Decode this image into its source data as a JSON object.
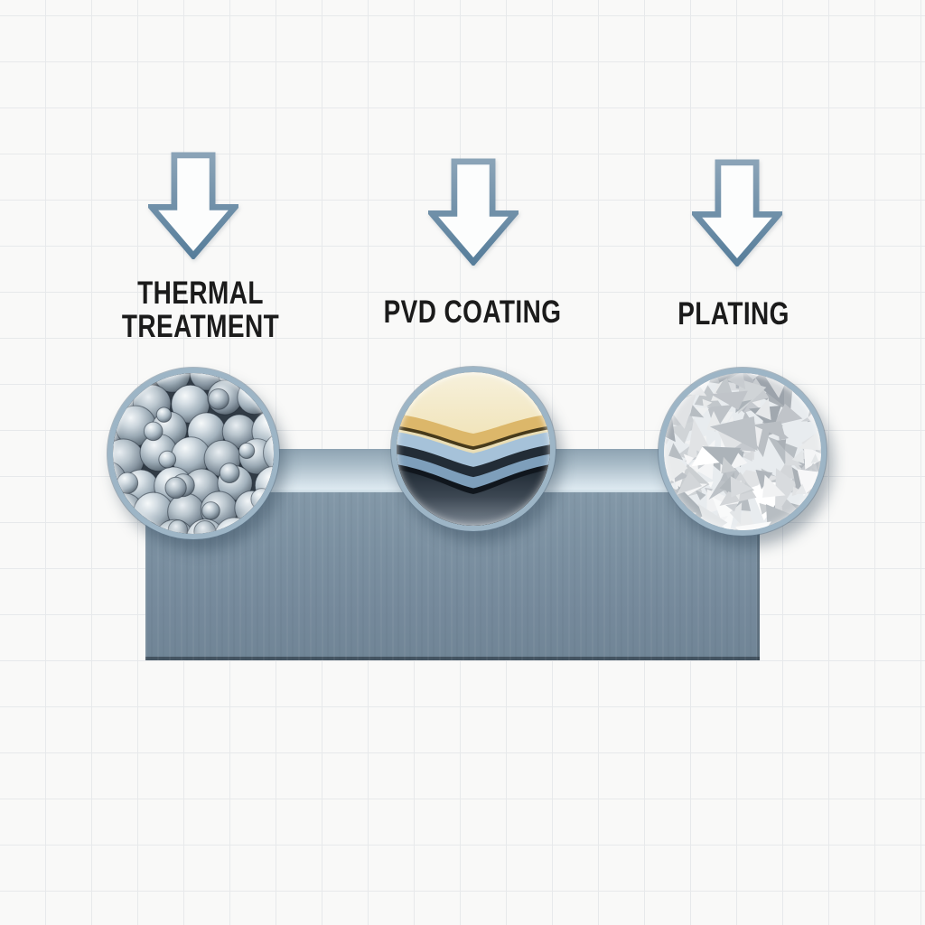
{
  "diagram": {
    "processes": [
      {
        "id": "thermal-treatment",
        "label": "THERMAL TREATMENT",
        "inset_icon": "steel-shot-balls-photo",
        "arrow_icon": "down-arrow-outline"
      },
      {
        "id": "pvd-coating",
        "label": "PVD COATING",
        "inset_icon": "coating-layer-stack-photo",
        "arrow_icon": "down-arrow-outline"
      },
      {
        "id": "plating",
        "label": "PLATING",
        "inset_icon": "crystalline-plating-photo",
        "arrow_icon": "down-arrow-outline"
      }
    ],
    "substrate_icon": "steel-plate-block",
    "colors": {
      "background": "#f9f9f8",
      "grid_line": "#e7e9eb",
      "label_text": "#1b1b1b",
      "circle_ring": "#9db5c6",
      "arrow_outline": "#6c8ca7",
      "substrate_front": "#7b8fa0",
      "substrate_highlight": "#d5e2ea",
      "gold_layer": "#dcb76a",
      "blue_layer": "#a6c2d9"
    }
  }
}
